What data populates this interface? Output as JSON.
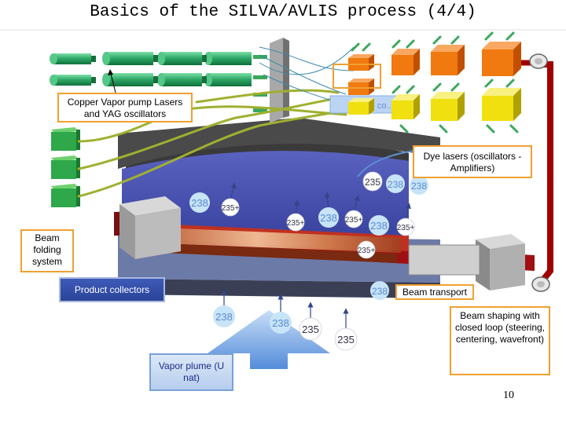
{
  "title": "Basics of the SILVA/AVLIS process (4/4)",
  "labels": {
    "copper_lasers": "Copper Vapor pump Lasers and YAG oscillators",
    "dye_lasers": "Dye lasers (oscillators - Amplifiers)",
    "beam_folding": "Beam folding system",
    "product_collectors": "Product collectors",
    "beam_transport": "Beam transport",
    "beam_shaping": "Beam shaping with closed loop (steering, centering, wavefront)",
    "vapor_plume": "Vapor plume (U nat)",
    "faded_label": "Waste co..."
  },
  "particles": {
    "u238": "238",
    "u235": "235",
    "u235_ion": "235+"
  },
  "page_number": "10",
  "colors": {
    "copper_laser_tube": "#2faa6a",
    "yag_oscillator": "#2ea84a",
    "fiber": "#a0b030",
    "dye_oscillator": "#f07a10",
    "dye_amplifier": "#f0e010",
    "beam_line": "#a00000",
    "collector_panel": "#4a55b5",
    "hot_zone": "#b02020",
    "box_border": "#f0a030",
    "plume": "#5a96e0"
  }
}
